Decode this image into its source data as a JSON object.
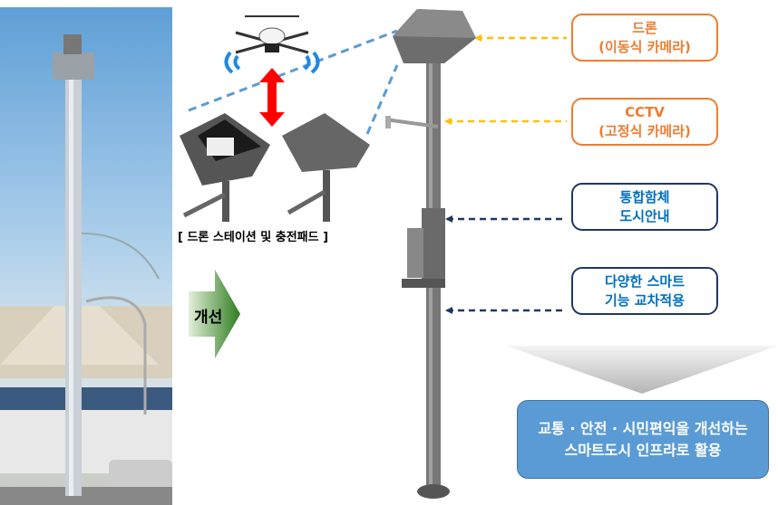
{
  "labels": {
    "drone": {
      "line1": "드론",
      "line2": "(이동식 카메라)"
    },
    "cctv": {
      "line1": "CCTV",
      "line2": "(고정식 카메라)"
    },
    "enclosure": {
      "line1": "통합함체",
      "line2": "도시안내"
    },
    "smart": {
      "line1": "다양한 스마트",
      "line2": "기능 교차적용"
    }
  },
  "station_caption": "[ 드론 스테이션 및 충전패드 ]",
  "improve_label": "개선",
  "result": {
    "line1": "교통 · 안전 · 시민편익을 개선하는",
    "line2": "스마트도시 인프라로 활용"
  },
  "colors": {
    "orange": "#ed7d31",
    "navy": "#1f3864",
    "yellow_dash": "#ffc000",
    "result_bg": "#5b9bd5",
    "red_arrow": "#ff0000"
  }
}
